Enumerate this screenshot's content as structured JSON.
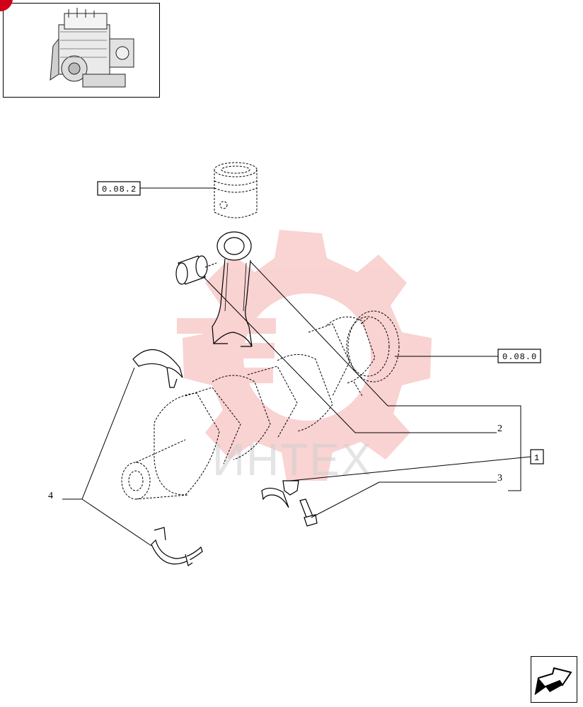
{
  "thumbnail": {
    "icon": "engine-icon"
  },
  "references": {
    "piston_ref": "0.08.2",
    "flywheel_ref": "0.08.0",
    "group_ref": "1"
  },
  "callouts": {
    "item_2": "2",
    "item_3": "3",
    "item_4": "4"
  },
  "watermark": {
    "text": "ИНТЕХ",
    "color": "#e53935"
  },
  "navigation": {
    "icon": "next-page-arrow-icon"
  }
}
